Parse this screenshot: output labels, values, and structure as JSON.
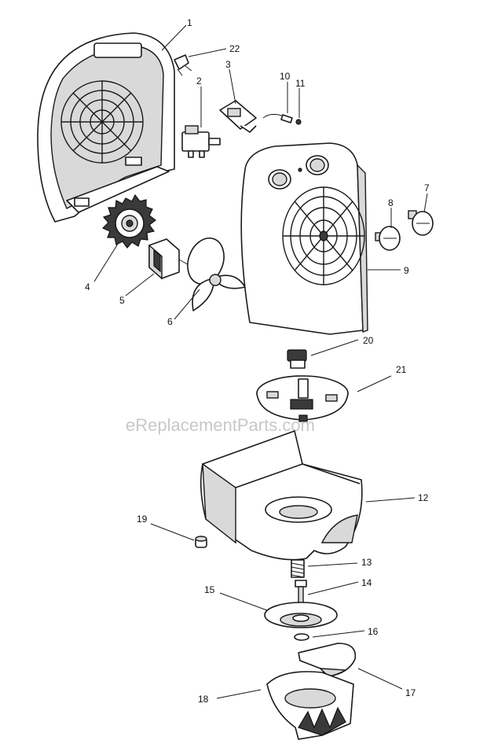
{
  "watermark": "eReplacementParts.com",
  "callouts": [
    "1",
    "2",
    "3",
    "4",
    "5",
    "6",
    "7",
    "8",
    "9",
    "10",
    "11",
    "12",
    "13",
    "14",
    "15",
    "16",
    "17",
    "18",
    "19",
    "20",
    "21",
    "22"
  ]
}
